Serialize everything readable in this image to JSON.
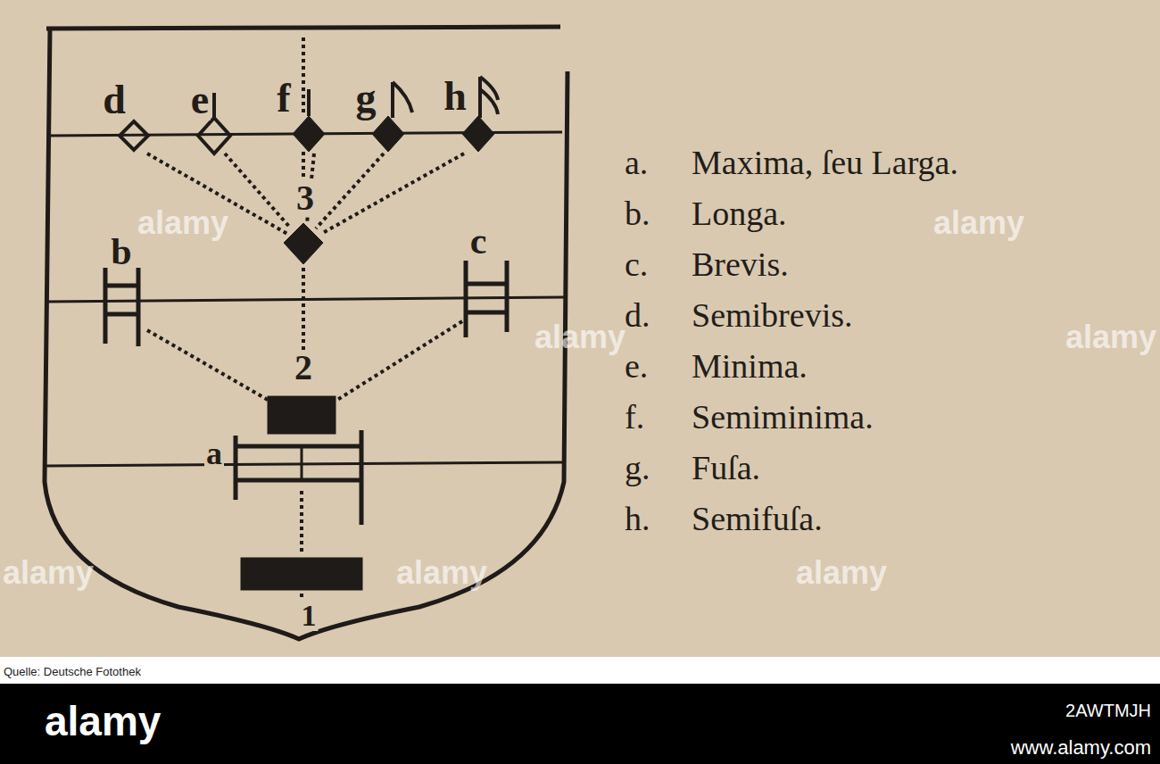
{
  "diagram": {
    "labels": [
      "d",
      "e",
      "f",
      "g",
      "h",
      "3",
      "b",
      "c",
      "2",
      "a",
      "1",
      "a.",
      "Maxima, ſeu Larga.",
      "b.",
      "Longa.",
      "c.",
      "Brevis.",
      "d.",
      "Semibrevis.",
      "e.",
      "Minima.",
      "f.",
      "Semiminima.",
      "g.",
      "Fuſa.",
      "h.",
      "Semifuſa.",
      "alamy",
      "alamy",
      "alamy",
      "alamy",
      "alamy",
      "alamy",
      "alamy",
      "Quelle: Deutsche Fotothek",
      "alamy",
      "2AWTMJH",
      "www.alamy.com"
    ]
  }
}
